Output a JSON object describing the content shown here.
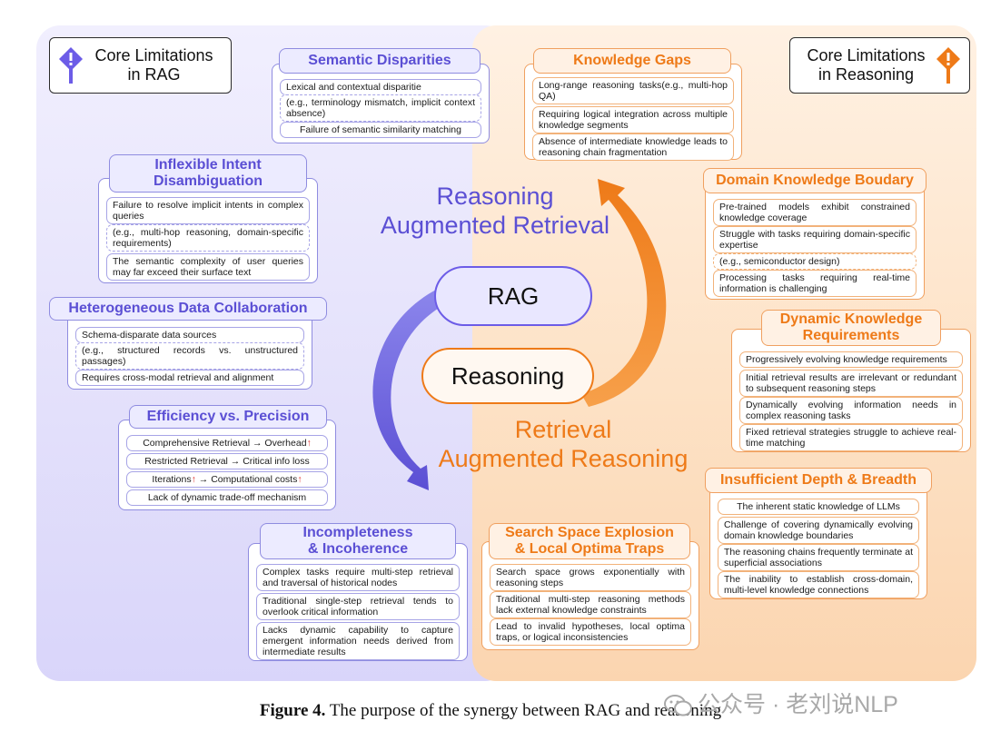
{
  "corners": {
    "left": {
      "line1": "Core Limitations",
      "line2": "in RAG"
    },
    "right": {
      "line1": "Core Limitations",
      "line2": "in Reasoning"
    }
  },
  "center": {
    "rar_line1": "Reasoning",
    "rar_line2": "Augmented Retrieval",
    "rag_pill": "RAG",
    "reasoning_pill": "Reasoning",
    "rarz_line1": "Retrieval",
    "rarz_line2": "Augmented Reasoning"
  },
  "left_panels": {
    "semantic": {
      "title": "Semantic Disparities",
      "items": [
        "Lexical and contextual disparitie",
        "(e.g., terminology mismatch, implicit context absence)",
        "Failure of semantic similarity matching"
      ]
    },
    "intent": {
      "title_line1": "Inflexible Intent",
      "title_line2": "Disambiguation",
      "items": [
        "Failure to resolve implicit intents in complex queries",
        "(e.g., multi-hop reasoning, domain-specific requirements)",
        "The semantic complexity of user queries may far exceed their surface text"
      ]
    },
    "hetero": {
      "title": "Heterogeneous Data Collaboration",
      "items": [
        "Schema-disparate data sources",
        "(e.g., structured records vs. unstructured passages)",
        "Requires cross-modal retrieval and alignment"
      ]
    },
    "efficiency": {
      "title": "Efficiency vs. Precision",
      "item1_text": "Comprehensive Retrieval → Overhead",
      "item2_text": "Restricted Retrieval → Critical info loss",
      "item3_a": "Iterations",
      "item3_b": " → Computational costs",
      "item4_text": "Lack of dynamic trade-off mechanism",
      "up_arrow": "↑"
    },
    "incomplete": {
      "title_line1": "Incompleteness",
      "title_line2": "& Incoherence",
      "items": [
        "Complex tasks require multi-step retrieval and traversal of historical nodes",
        "Traditional single-step retrieval tends to overlook critical information",
        "Lacks dynamic capability to capture emergent information needs derived from intermediate results"
      ]
    }
  },
  "right_panels": {
    "gaps": {
      "title": "Knowledge Gaps",
      "items": [
        "Long-range reasoning tasks(e.g., multi-hop QA)",
        "Requiring logical integration across multiple knowledge segments",
        "Absence of intermediate knowledge leads to reasoning chain fragmentation"
      ]
    },
    "domain": {
      "title": "Domain Knowledge Boudary",
      "items": [
        "Pre-trained models exhibit constrained knowledge coverage",
        "Struggle with tasks requiring domain-specific expertise",
        "(e.g., semiconductor design)",
        "Processing tasks requiring real-time information is challenging"
      ]
    },
    "dynamic": {
      "title_line1": "Dynamic Knowledge",
      "title_line2": "Requirements",
      "items": [
        "Progressively evolving knowledge requirements",
        "Initial retrieval results are irrelevant or redundant to subsequent reasoning steps",
        "Dynamically evolving information needs in complex reasoning tasks",
        "Fixed retrieval strategies struggle to achieve real-time matching"
      ]
    },
    "depth": {
      "title": "Insufficient Depth & Breadth",
      "items": [
        "The inherent static knowledge of LLMs",
        "Challenge of covering dynamically evolving domain knowledge boundaries",
        "The reasoning chains frequently terminate at superficial associations",
        "The inability to establish cross-domain, multi-level knowledge connections"
      ]
    },
    "search": {
      "title_line1": "Search Space Explosion",
      "title_line2": "& Local Optima Traps",
      "items": [
        "Search space grows exponentially with reasoning steps",
        "Traditional multi-step reasoning methods lack external knowledge constraints",
        "Lead to invalid hypotheses, local optima traps, or logical inconsistencies"
      ]
    }
  },
  "caption": {
    "label": "Figure 4.",
    "text": " The purpose of the synergy between RAG and reasoning"
  },
  "watermark": "公众号 · 老刘说NLP",
  "colors": {
    "blue": "#5b4fd4",
    "orange": "#ee7a18",
    "red_arrow": "#e0302c"
  }
}
